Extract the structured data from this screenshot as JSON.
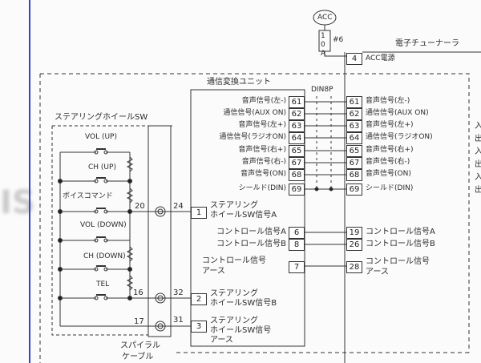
{
  "power": {
    "source": "ACC",
    "fuse": "10A",
    "fuse_no": "#6"
  },
  "tuner": {
    "title": "電子チューナーラ",
    "acc_pin": "4",
    "acc_label": "ACC電源"
  },
  "unit": {
    "title": "通信変換ユニット",
    "connector": "DIN8P"
  },
  "din_rows": [
    {
      "pin": "61",
      "left": "音声信号(左-)",
      "right": "音声信号(左-)"
    },
    {
      "pin": "62",
      "left": "通信信号(AUX ON)",
      "right": "通信信号(AUX ON)"
    },
    {
      "pin": "63",
      "left": "音声信号(左+)",
      "right": "音声信号(左+)"
    },
    {
      "pin": "64",
      "left": "通信信号(ラジオON)",
      "right": "通信信号(ラジオON)"
    },
    {
      "pin": "65",
      "left": "音声信号(右+)",
      "right": "音声信号(右+)"
    },
    {
      "pin": "67",
      "left": "音声信号(右-)",
      "right": "音声信号(右-)"
    },
    {
      "pin": "68",
      "left": "音声信号(ON)",
      "right": "音声信号(ON)"
    },
    {
      "pin": "69",
      "left": "シールド(DIN)",
      "right": "シールド(DIN)"
    }
  ],
  "control_rows": [
    {
      "unit_pin": "6",
      "label": "コントロール信号A",
      "tuner_pin": "19",
      "tuner_label": "コントロール信号A"
    },
    {
      "unit_pin": "8",
      "label": "コントロール信号B",
      "tuner_pin": "26",
      "tuner_label": "コントロール信号B"
    },
    {
      "unit_pin": "7",
      "label1": "コントロール信号",
      "label2": "アース",
      "tuner_pin": "28",
      "tuner_label1": "コントロール信号",
      "tuner_label2": "アース"
    }
  ],
  "steering_inputs": [
    {
      "pin": "1",
      "line1": "ステアリング",
      "line2": "ホイールSW信号A"
    },
    {
      "pin": "2",
      "line1": "ステアリング",
      "line2": "ホイールSW信号B"
    },
    {
      "pin": "3",
      "line1": "ステアリング",
      "line2": "ホイールSW信号",
      "line3": "アース"
    }
  ],
  "steering_switch": {
    "title": "ステアリングホイールSW",
    "buttons": [
      "VOL (UP)",
      "CH (UP)",
      "ボイスコマンド",
      "VOL (DOWN)",
      "CH (DOWN)",
      "TEL"
    ],
    "pins": {
      "a_in": "20",
      "b_in": "16",
      "gnd_in": "17",
      "a_out": "24",
      "b_out": "32",
      "gnd_out": "31"
    }
  },
  "spiral_cable": {
    "line1": "スパイラル",
    "line2": "ケーブル"
  },
  "side_text": [
    "入",
    "出",
    "入",
    "出",
    "入",
    "出"
  ]
}
